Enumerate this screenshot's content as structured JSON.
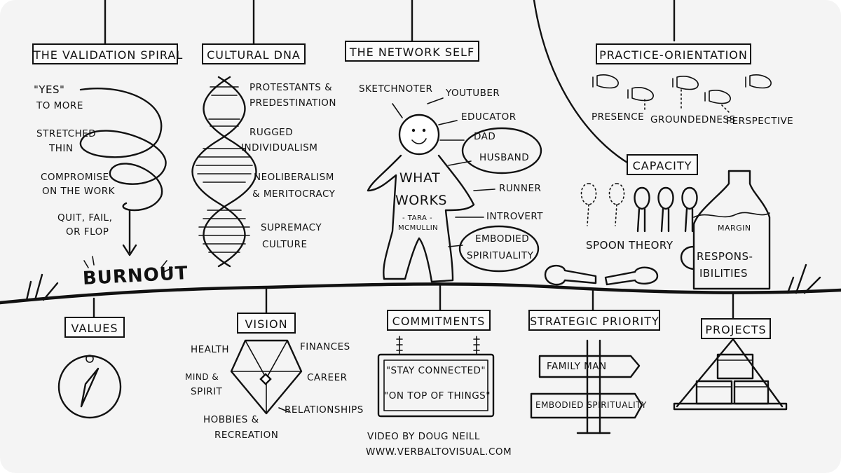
{
  "validation_spiral": {
    "title": "THE VALIDATION SPIRAL",
    "steps": [
      "\"YES\"",
      "TO MORE",
      "STRETCHED",
      "THIN",
      "COMPROMISE",
      "ON THE WORK",
      "QUIT, FAIL,",
      "OR FLOP"
    ],
    "end": "BURNOUT"
  },
  "cultural_dna": {
    "title": "CULTURAL DNA",
    "items": [
      "PROTESTANTS &",
      "PREDESTINATION",
      "RUGGED",
      "INDIVIDUALISM",
      "NEOLIBERALISM",
      "& MERITOCRACY",
      "SUPREMACY",
      "CULTURE"
    ]
  },
  "network_self": {
    "title": "THE NETWORK SELF",
    "roles": [
      "SKETCHNOTER",
      "YOUTUBER",
      "EDUCATOR",
      "DAD",
      "HUSBAND",
      "RUNNER",
      "INTROVERT",
      "EMBODIED",
      "SPIRITUALITY"
    ],
    "body_line1": "WHAT",
    "body_line2": "WORKS",
    "body_line3": "- TARA -",
    "body_line4": "MCMULLIN"
  },
  "practice_orientation": {
    "title": "PRACTICE-ORIENTATION",
    "items": [
      "PRESENCE",
      "GROUNDEDNESS",
      "PERSPECTIVE"
    ]
  },
  "capacity": {
    "title": "CAPACITY",
    "spoon_label": "SPOON THEORY",
    "margin_label": "MARGIN",
    "resp_line1": "RESPONS-",
    "resp_line2": "IBILITIES"
  },
  "values": {
    "title": "VALUES"
  },
  "vision": {
    "title": "VISION",
    "items": [
      "HEALTH",
      "FINANCES",
      "MIND &",
      "SPIRIT",
      "CAREER",
      "RELATIONSHIPS",
      "HOBBIES &",
      "RECREATION"
    ]
  },
  "commitments": {
    "title": "COMMITMENTS",
    "quotes": [
      "\"STAY CONNECTED\"",
      "\"ON TOP OF THINGS\""
    ]
  },
  "strategic_priority": {
    "title": "STRATEGIC PRIORITY",
    "signs": [
      "FAMILY MAN",
      "EMBODIED SPIRITUALITY"
    ]
  },
  "projects": {
    "title": "PROJECTS"
  },
  "credit": {
    "line1": "VIDEO BY DOUG NEILL",
    "line2": "WWW.VERBALTOVISUAL.COM"
  }
}
